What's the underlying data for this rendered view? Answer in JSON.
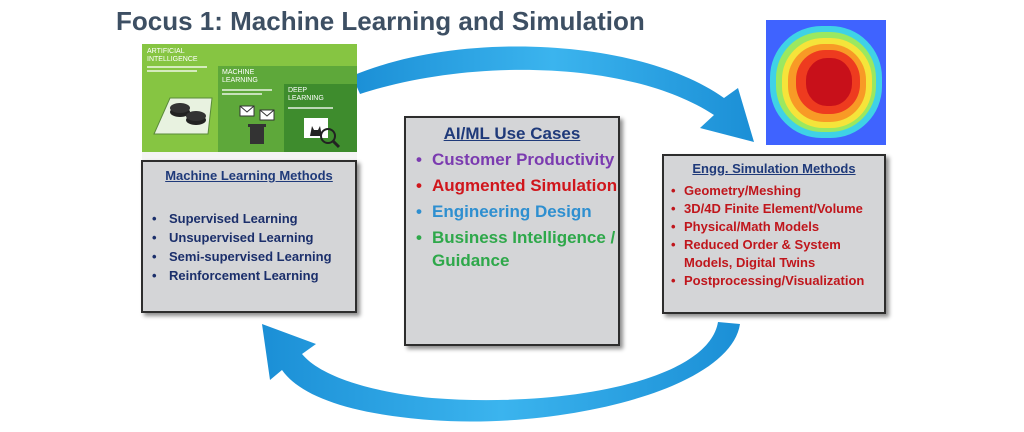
{
  "title": "Focus 1: Machine Learning and Simulation",
  "ml_image": {
    "ai_label": "ARTIFICIAL\nINTELLIGENCE",
    "ml_label": "MACHINE\nLEARNING",
    "dl_label": "DEEP\nLEARNING"
  },
  "ml_methods": {
    "heading": "Machine Learning Methods",
    "items": [
      "Supervised Learning",
      "Unsupervised Learning",
      "Semi-supervised Learning",
      "Reinforcement Learning"
    ]
  },
  "use_cases": {
    "heading": "AI/ML Use Cases",
    "items": [
      {
        "text": "Customer Productivity",
        "color": "#7b3bb0"
      },
      {
        "text": "Augmented Simulation",
        "color": "#d0161c"
      },
      {
        "text": "Engineering Design",
        "color": "#2e8fd0"
      },
      {
        "text": "Business Intelligence / Guidance",
        "color": "#2ea84a"
      }
    ]
  },
  "sim_methods": {
    "heading": "Engg. Simulation Methods",
    "items": [
      "Geometry/Meshing",
      "3D/4D Finite Element/Volume",
      "Physical/Math Models",
      "Reduced Order & System Models, Digital Twins",
      "Postprocessing/Visualization"
    ]
  },
  "colors": {
    "arrow": "#2aa7e6",
    "title": "#3d4f63",
    "box_fill": "#d4d5d7",
    "heading": "#1f3a7a",
    "sim_text": "#c0161c"
  },
  "icons": [
    "ai-timeline-image",
    "heatmap-image",
    "cycle-arrow-top",
    "cycle-arrow-bottom"
  ]
}
